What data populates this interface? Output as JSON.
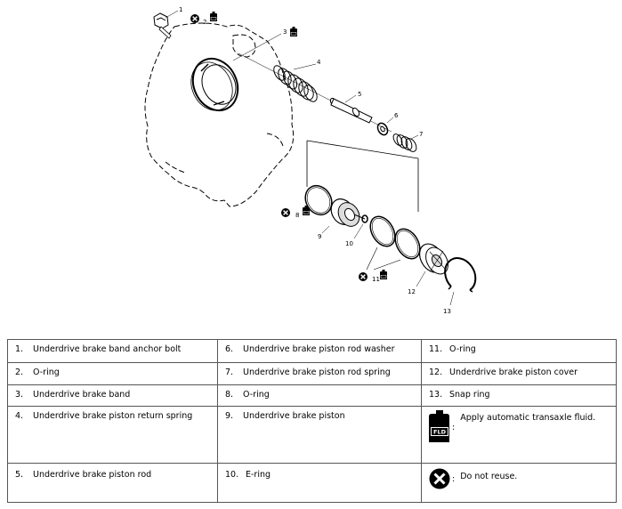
{
  "diagram": {
    "callouts": [
      "1",
      "2",
      "3",
      "4",
      "5",
      "6",
      "7",
      "8",
      "9",
      "10",
      "11",
      "12",
      "13"
    ],
    "symbol_text": "FLD"
  },
  "legend": {
    "rows": [
      [
        {
          "num": "1.",
          "text": "Underdrive brake band anchor bolt"
        },
        {
          "num": "6.",
          "text": "Underdrive brake piston rod washer"
        },
        {
          "num": "11.",
          "text": "O-ring"
        }
      ],
      [
        {
          "num": "2.",
          "text": "O-ring"
        },
        {
          "num": "7.",
          "text": "Underdrive brake piston rod spring"
        },
        {
          "num": "12.",
          "text": "Underdrive brake piston cover"
        }
      ],
      [
        {
          "num": "3.",
          "text": "Underdrive brake band"
        },
        {
          "num": "8.",
          "text": "O-ring"
        },
        {
          "num": "13.",
          "text": "Snap ring"
        }
      ],
      [
        {
          "num": "4.",
          "text": "Underdrive brake piston return spring"
        },
        {
          "num": "9.",
          "text": "Underdrive brake piston"
        },
        {
          "symbol": "fluid-bottle-icon",
          "colon": ":",
          "text": "Apply automatic transaxle fluid."
        }
      ],
      [
        {
          "num": "5.",
          "text": "Underdrive brake piston rod"
        },
        {
          "num": "10.",
          "text": "E-ring"
        },
        {
          "symbol": "do-not-reuse-icon",
          "colon": ":",
          "text": "Do not reuse."
        }
      ]
    ]
  }
}
